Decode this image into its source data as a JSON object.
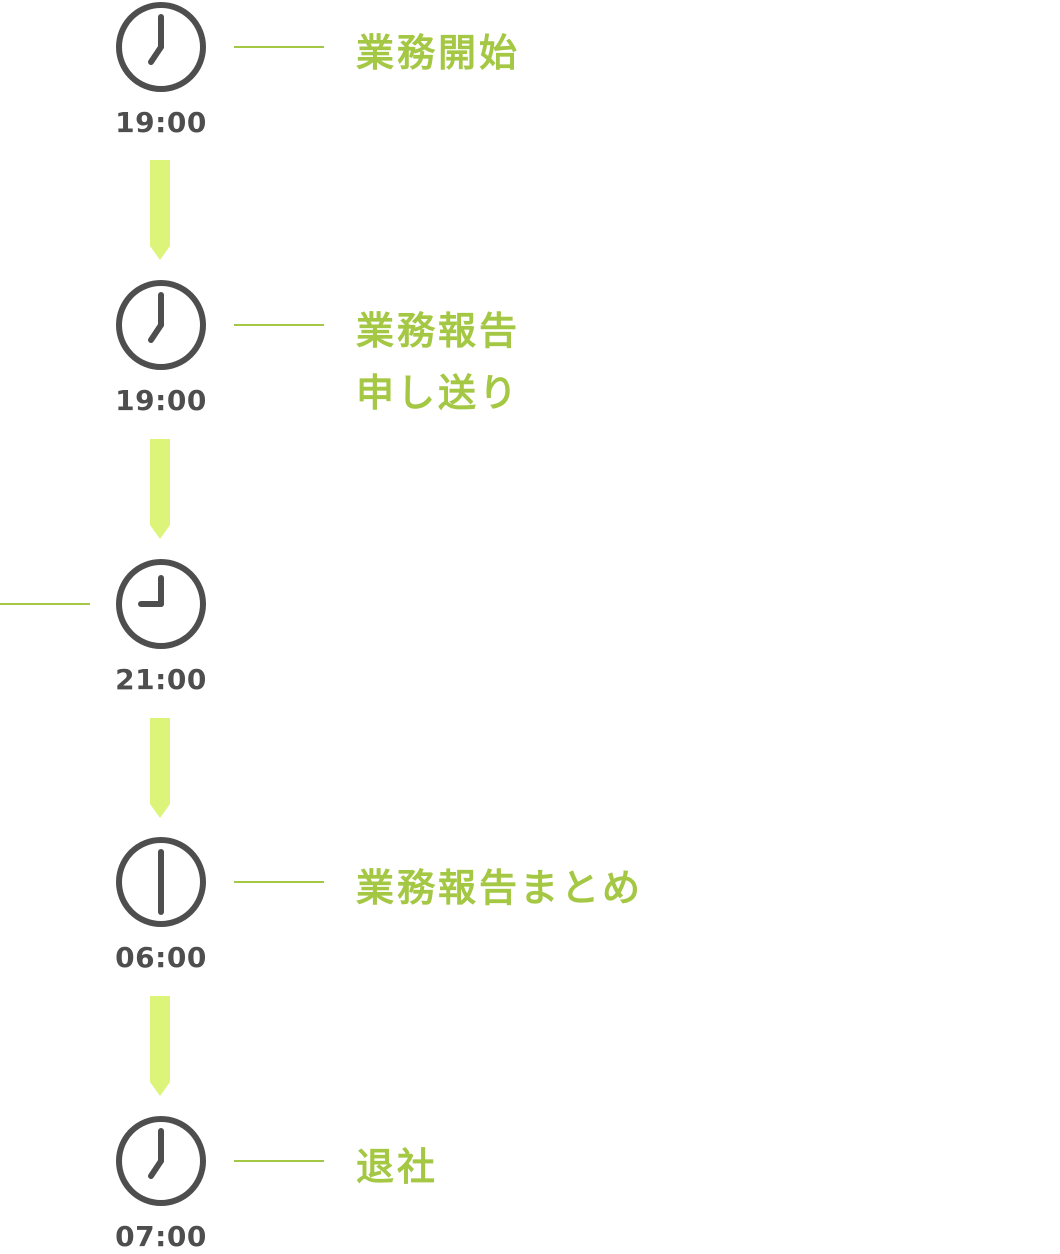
{
  "colors": {
    "accent": "#a4c744",
    "arrow": "#dcf47a",
    "clock": "#4e4e4e",
    "time_text": "#4e4e4e"
  },
  "steps": [
    {
      "time": "19:00",
      "icon": "clock-icon",
      "hands": "seven-oclock",
      "connector_side": "right",
      "label_lines": [
        "業務開始"
      ]
    },
    {
      "time": "19:00",
      "icon": "clock-icon",
      "hands": "seven-oclock",
      "connector_side": "right",
      "label_lines": [
        "業務報告",
        "申し送り"
      ]
    },
    {
      "time": "21:00",
      "icon": "clock-icon",
      "hands": "nine-oclock",
      "connector_side": "left",
      "label_lines": []
    },
    {
      "time": "06:00",
      "icon": "clock-icon",
      "hands": "six-oclock",
      "connector_side": "right",
      "label_lines": [
        "業務報告まとめ"
      ]
    },
    {
      "time": "07:00",
      "icon": "clock-icon",
      "hands": "seven-oclock",
      "connector_side": "right",
      "label_lines": [
        "退社"
      ]
    }
  ],
  "arrows": [
    {
      "icon": "down-arrow-icon"
    },
    {
      "icon": "down-arrow-icon"
    },
    {
      "icon": "down-arrow-icon"
    },
    {
      "icon": "down-arrow-icon"
    }
  ]
}
